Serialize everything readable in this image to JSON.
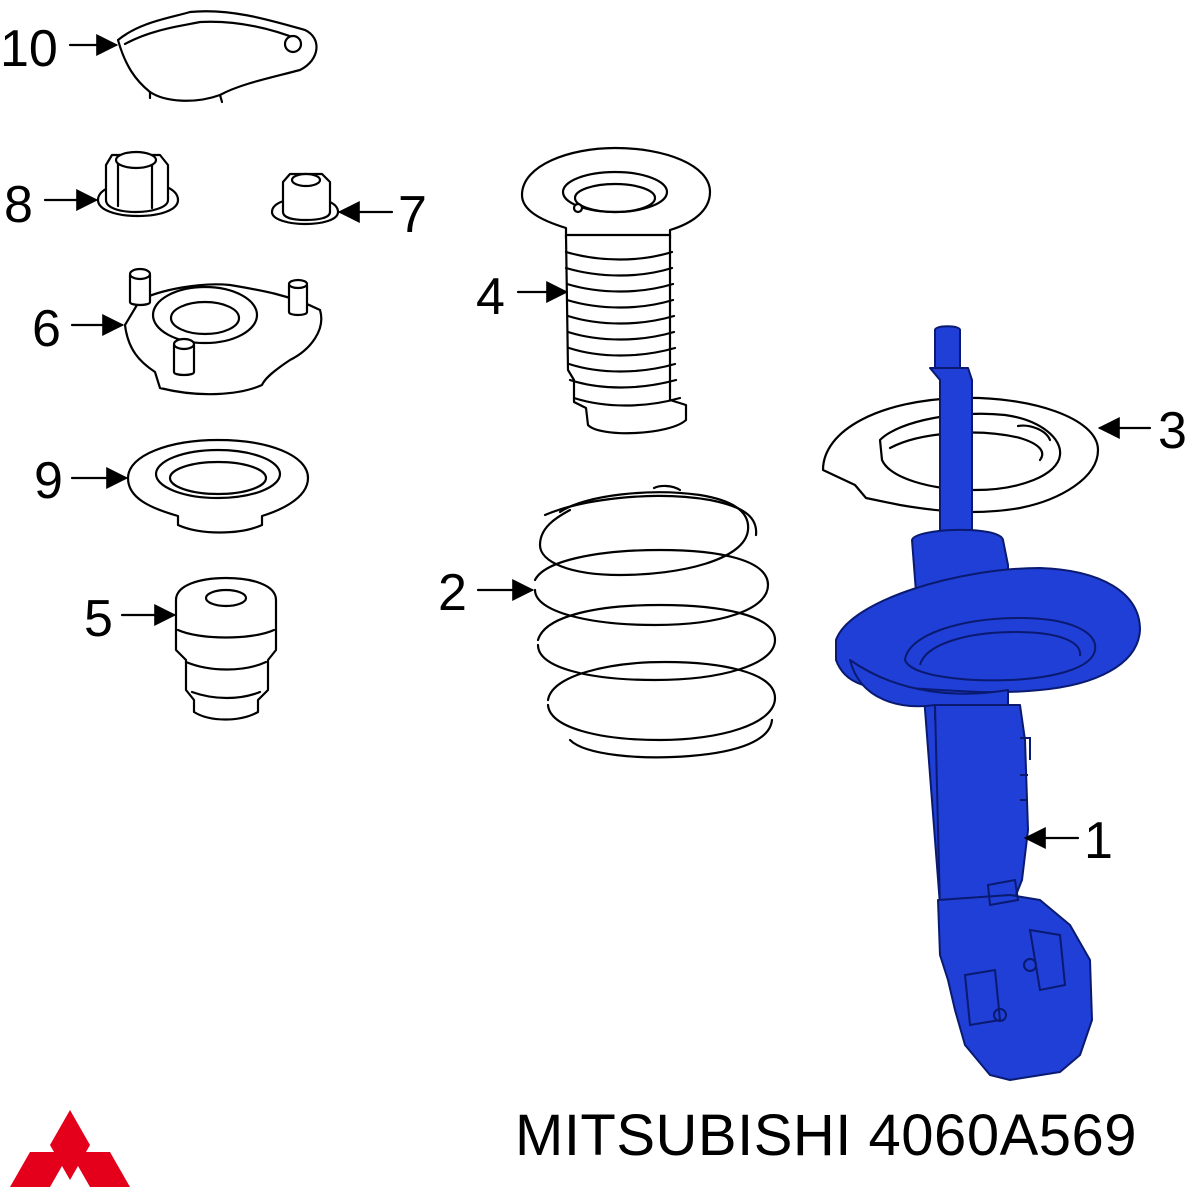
{
  "callouts": {
    "c1": "1",
    "c2": "2",
    "c3": "3",
    "c4": "4",
    "c5": "5",
    "c6": "6",
    "c7": "7",
    "c8": "8",
    "c9": "9",
    "c10": "10"
  },
  "caption": {
    "brand": "MITSUBISHI",
    "part_number": "4060A569"
  },
  "colors": {
    "highlight": "#1f3fd6",
    "logo": "#e4001b",
    "line": "#000000"
  },
  "icons": {
    "logo": "mitsubishi-logo-icon"
  }
}
